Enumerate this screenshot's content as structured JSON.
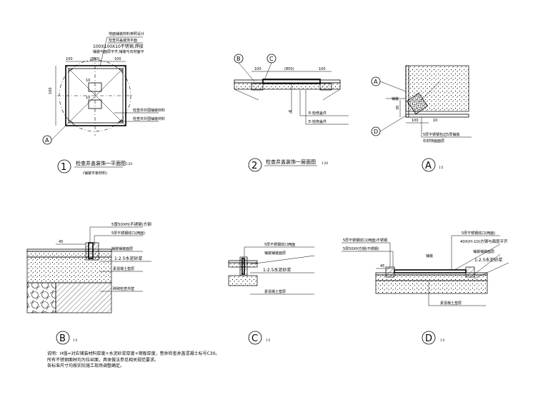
{
  "details": {
    "plan": {
      "title": "检查井盖装饰一平面图",
      "scale": "1:20",
      "number": "1",
      "sub_note": "(铺装平板材料)",
      "marker": "A",
      "callouts": [
        "地面铺装材料参照设计",
        "检查井盖装饰平面",
        "100X100X10不锈钢,焊接",
        "铺装与面层平齐,铺装与石材面平"
      ],
      "callouts_right": [
        "检查井外围铺装材料",
        "检查井外围铺装材料"
      ],
      "dims": [
        "100",
        "(800)",
        "100",
        "10",
        "10",
        "100"
      ]
    },
    "section": {
      "title": "检查井盖装饰一层面图",
      "scale": "1:20",
      "number": "2",
      "markers": [
        "B",
        "C"
      ],
      "dim_mid": "(800)",
      "dims": [
        "100",
        "100"
      ],
      "callouts": [
        "E-检修盖件",
        "E-检修盖件"
      ]
    },
    "detail_a": {
      "marker_top": "A",
      "marker_bottom": "D",
      "scale": "1:5",
      "dims": [
        "30",
        "100",
        "10"
      ],
      "labels": [
        "铺装",
        "5厚不锈钢包边",
        "铺装材料"
      ],
      "callouts": [
        "5厚不锈钢包边5厚铺装",
        "石材饰面面层"
      ]
    },
    "detail_b": {
      "marker": "B",
      "scale": "1:5",
      "callouts": [
        "5厚50XH(不锈钢)方钢",
        "5厚不锈钢收口(两面)",
        "铺装铺装面层",
        "1:2.5水泥砂浆",
        "素混凝土垫层",
        "砖砌检查井壁"
      ],
      "dim": "45"
    },
    "detail_c": {
      "marker": "C",
      "scale": "1:5",
      "callouts": [
        "5厚不锈钢收口两面",
        "铺装铺装面层",
        "1:2.5水泥砂浆",
        "素混凝土垫层"
      ]
    },
    "detail_d": {
      "marker": "D",
      "scale": "1:5",
      "callouts": [
        "5厚不锈钢收口(两面)不锈钢",
        "5厚50XH方钢(不锈钢)",
        "5厚不锈钢收口(两面)",
        "40X(H-10)方钢与面层平齐",
        "铺装铺装面层",
        "1:2.5水泥砂浆",
        "素混凝土垫层"
      ],
      "label_mid": "铺装",
      "dim": "45"
    }
  },
  "notes": [
    "说明：H值=对应铺装材料厚度+水泥砂浆厚度+钢板厚度，窨井检查井盖混凝土标号C30。",
    "所有不锈钢面材均为拉丝面，具体做法参见相关规范要求。",
    "各标准尺寸均按实际施工现场调整确定。"
  ]
}
